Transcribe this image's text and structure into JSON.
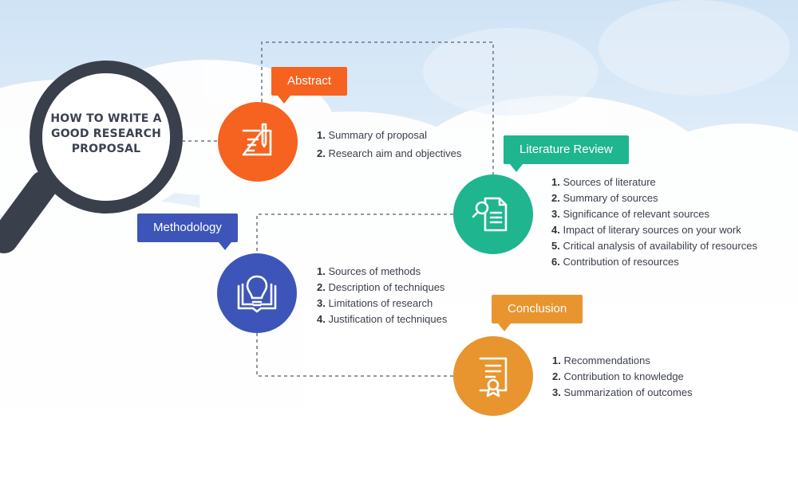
{
  "title": "HOW TO WRITE A GOOD RESEARCH PROPOSAL",
  "sections": [
    {
      "id": "abstract",
      "label": "Abstract",
      "color": "#f6621f",
      "icon": "document-pen-icon",
      "items": [
        {
          "num": "1.",
          "text": " Summary of proposal"
        },
        {
          "num": "2.",
          "text": " Research aim and objectives"
        }
      ]
    },
    {
      "id": "literature",
      "label": "Literature Review",
      "color": "#1eb58f",
      "icon": "search-document-icon",
      "items": [
        {
          "num": "1.",
          "text": " Sources of literature"
        },
        {
          "num": "2.",
          "text": " Summary of sources"
        },
        {
          "num": "3.",
          "text": " Significance of relevant sources"
        },
        {
          "num": "4.",
          "text": " Impact of literary sources on your work"
        },
        {
          "num": "5.",
          "text": " Critical analysis of availability of resources"
        },
        {
          "num": "6.",
          "text": " Contribution of resources"
        }
      ]
    },
    {
      "id": "methodology",
      "label": "Methodology",
      "color": "#3d55b8",
      "icon": "lightbulb-book-icon",
      "items": [
        {
          "num": "1.",
          "text": " Sources of methods"
        },
        {
          "num": "2.",
          "text": " Description of techniques"
        },
        {
          "num": "3.",
          "text": " Limitations of research"
        },
        {
          "num": "4.",
          "text": " Justification of techniques"
        }
      ]
    },
    {
      "id": "conclusion",
      "label": "Conclusion",
      "color": "#e8952f",
      "icon": "certificate-icon",
      "items": [
        {
          "num": "1.",
          "text": " Recommendations"
        },
        {
          "num": "2.",
          "text": " Contribution to knowledge"
        },
        {
          "num": "3.",
          "text": " Summarization of outcomes"
        }
      ]
    }
  ]
}
